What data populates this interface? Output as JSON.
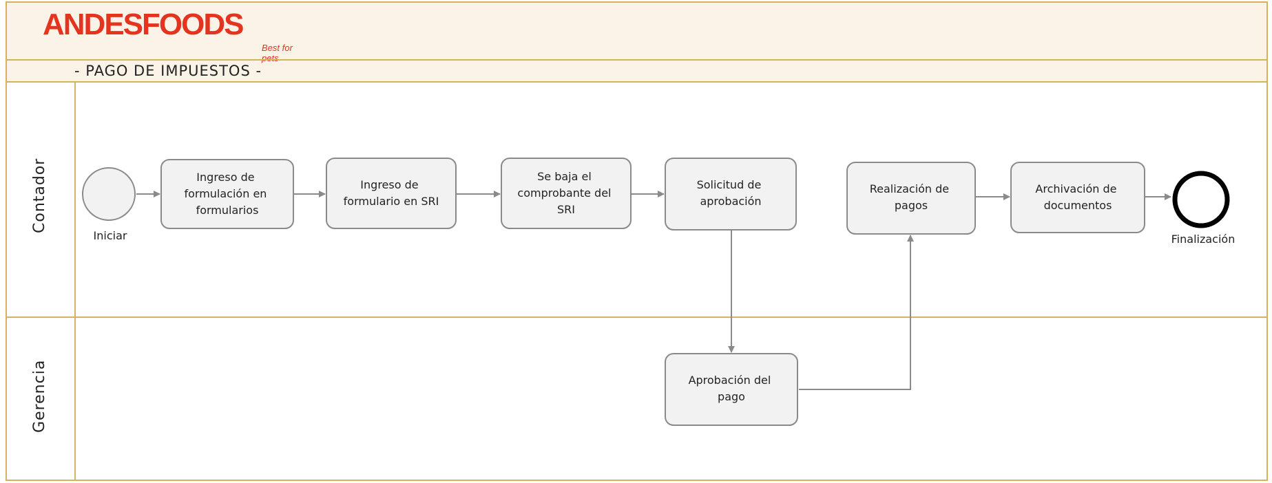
{
  "header": {
    "logo_text": "ANDESFOODS",
    "logo_tagline": "Best for pets",
    "page_title": "- PAGO DE IMPUESTOS -"
  },
  "lanes": [
    {
      "id": "contador",
      "label": "Contador"
    },
    {
      "id": "gerencia",
      "label": "Gerencia"
    }
  ],
  "events": [
    {
      "id": "start",
      "type": "start",
      "label": "Iniciar"
    },
    {
      "id": "end",
      "type": "end",
      "label": "Finalización"
    }
  ],
  "tasks": [
    {
      "id": "t1",
      "lane": "contador",
      "lines": [
        "Ingreso de",
        "formulación en",
        "formularios"
      ]
    },
    {
      "id": "t2",
      "lane": "contador",
      "lines": [
        "Ingreso de",
        "formulario en SRI"
      ]
    },
    {
      "id": "t3",
      "lane": "contador",
      "lines": [
        "Se baja el",
        "comprobante del",
        "SRI"
      ]
    },
    {
      "id": "t4",
      "lane": "contador",
      "lines": [
        "Solicitud de",
        "aprobación"
      ]
    },
    {
      "id": "t5",
      "lane": "gerencia",
      "lines": [
        "Aprobación del",
        "pago"
      ]
    },
    {
      "id": "t6",
      "lane": "contador",
      "lines": [
        "Realización de",
        "pagos"
      ]
    },
    {
      "id": "t7",
      "lane": "contador",
      "lines": [
        "Archivación de",
        "documentos"
      ]
    }
  ],
  "flows": [
    {
      "from": "start",
      "to": "t1"
    },
    {
      "from": "t1",
      "to": "t2"
    },
    {
      "from": "t2",
      "to": "t3"
    },
    {
      "from": "t3",
      "to": "t4"
    },
    {
      "from": "t4",
      "to": "t5"
    },
    {
      "from": "t5",
      "to": "t6"
    },
    {
      "from": "t6",
      "to": "t7"
    },
    {
      "from": "t7",
      "to": "end"
    }
  ],
  "colors": {
    "frame": "#d6b25e",
    "header_fill": "#fbf3e8",
    "logo": "#e4331e",
    "task_fill": "#f2f2f2",
    "task_stroke": "#8a8a8a",
    "arrow": "#8a8a8a"
  }
}
